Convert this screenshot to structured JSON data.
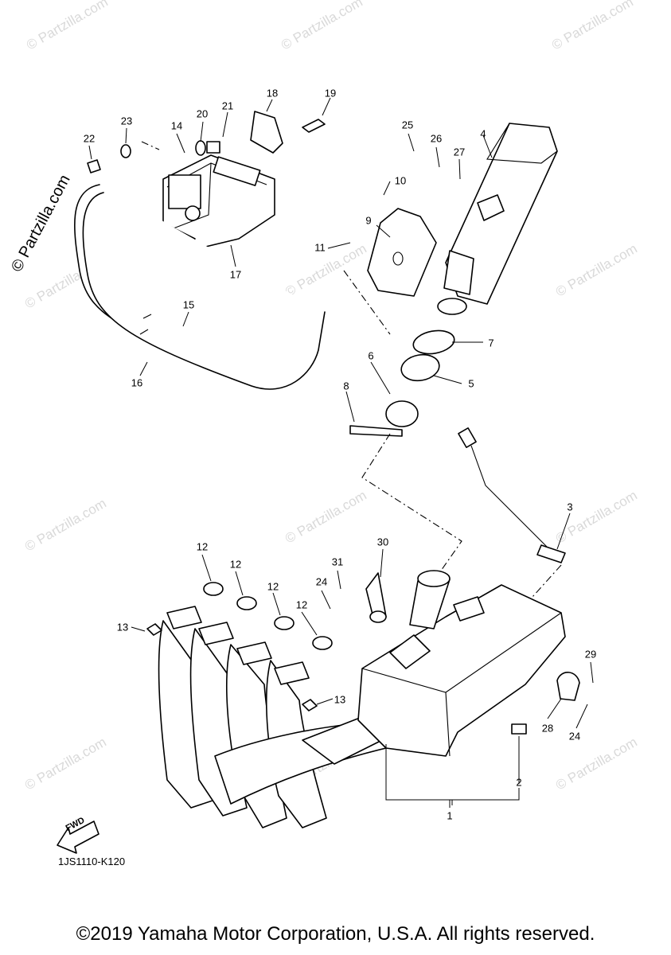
{
  "watermark_text": "© Partzilla.com",
  "side_watermark": "© Partzilla.com",
  "callouts": [
    "1",
    "2",
    "3",
    "4",
    "5",
    "6",
    "7",
    "8",
    "9",
    "10",
    "11",
    "12",
    "12",
    "12",
    "12",
    "13",
    "13",
    "14",
    "15",
    "16",
    "17",
    "18",
    "19",
    "20",
    "21",
    "22",
    "23",
    "24",
    "24",
    "25",
    "26",
    "27",
    "28",
    "29",
    "30",
    "31"
  ],
  "fwd_label": "FWD",
  "diagram_code": "1JS1110-K120",
  "copyright": "©2019 Yamaha Motor Corporation, U.S.A. All rights reserved."
}
